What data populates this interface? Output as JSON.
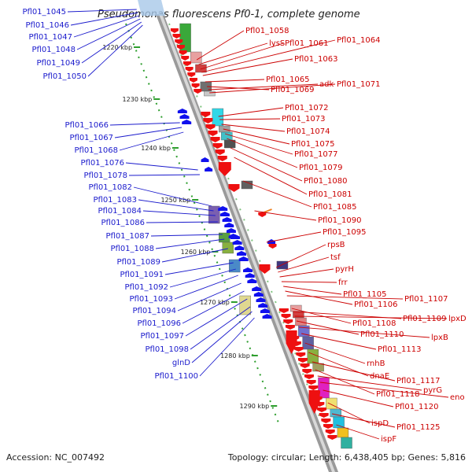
{
  "title": "Pseudomonas fluorescens Pf0-1, complete genome",
  "footer": {
    "accession": "Accession: NC_007492",
    "summary": "Topology: circular; Length: 6,438,405 bp; Genes: 5,816"
  },
  "colors": {
    "left_labels": "#1a1acc",
    "right_labels": "#cc0000",
    "forward_arrows": "#1010ee",
    "reverse_arrows": "#ee1010",
    "tick_marks": "#2e9e2e",
    "backbone": "#8a8a8a"
  },
  "ticks": [
    "1220 kbp",
    "1230 kbp",
    "1240 kbp",
    "1250 kbp",
    "1260 kbp",
    "1270 kbp",
    "1280 kbp",
    "1290 kbp"
  ],
  "left_labels": [
    "Pfl01_1045",
    "Pfl01_1046",
    "Pfl01_1047",
    "Pfl01_1048",
    "Pfl01_1049",
    "Pfl01_1050",
    "Pfl01_1066",
    "Pfl01_1067",
    "Pfl01_1068",
    "Pfl01_1076",
    "Pfl01_1078",
    "Pfl01_1082",
    "Pfl01_1083",
    "Pfl01_1084",
    "Pfl01_1086",
    "Pfl01_1087",
    "Pfl01_1088",
    "Pfl01_1089",
    "Pfl01_1091",
    "Pfl01_1092",
    "Pfl01_1093",
    "Pfl01_1094",
    "Pfl01_1096",
    "Pfl01_1097",
    "Pfl01_1098",
    "glnD",
    "Pfl01_1100"
  ],
  "right_labels": [
    "Pfl01_1058",
    "lysS",
    "Pfl01_1061",
    "Pfl01_1064",
    "Pfl01_1063",
    "Pfl01_1065",
    "Pfl01_1069",
    "adk",
    "Pfl01_1071",
    "Pfl01_1072",
    "Pfl01_1073",
    "Pfl01_1074",
    "Pfl01_1075",
    "Pfl01_1077",
    "Pfl01_1079",
    "Pfl01_1080",
    "Pfl01_1081",
    "Pfl01_1085",
    "Pfl01_1090",
    "Pfl01_1095",
    "rpsB",
    "tsf",
    "pyrH",
    "frr",
    "Pfl01_1105",
    "Pfl01_1106",
    "Pfl01_1107",
    "Pfl01_1108",
    "Pfl01_1109",
    "lpxD",
    "Pfl01_1110",
    "lpxB",
    "Pfl01_1113",
    "rnhB",
    "dnaE",
    "Pfl01_1117",
    "Pfl01_1118",
    "pyrG",
    "eno",
    "Pfl01_1120",
    "ispD",
    "Pfl01_1125",
    "ispF"
  ]
}
